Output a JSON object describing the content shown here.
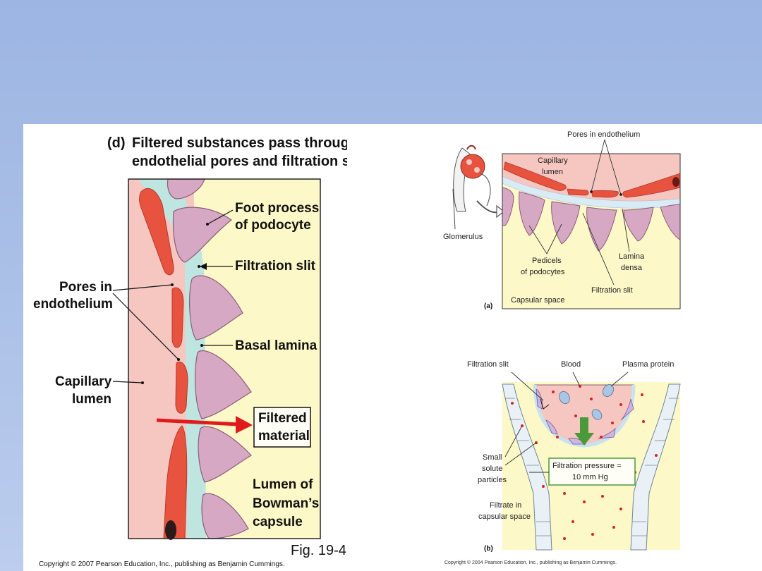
{
  "panel_d": {
    "letter": "(d)",
    "title_line1": "Filtered substances pass through",
    "title_line2": "endothelial pores and filtration slits",
    "labels": {
      "foot_process_1": "Foot process",
      "foot_process_2": "of podocyte",
      "filtration_slit": "Filtration slit",
      "pores_1": "Pores in",
      "pores_2": "endothelium",
      "basal_lamina": "Basal lamina",
      "capillary_1": "Capillary",
      "capillary_2": "lumen",
      "filtered_1": "Filtered",
      "filtered_2": "material",
      "bowman_1": "Lumen of",
      "bowman_2": "Bowman’s",
      "bowman_3": "capsule"
    },
    "fig_number": "Fig. 19-4",
    "copyright": "Copyright © 2007 Pearson Education, Inc., publishing as Benjamin Cummings."
  },
  "panel_a": {
    "letter": "(a)",
    "labels": {
      "pores": "Pores in endothelium",
      "capillary_1": "Capillary",
      "capillary_2": "lumen",
      "glomerulus": "Glomerulus",
      "pedicels_1": "Pedicels",
      "pedicels_2": "of podocytes",
      "lamina_1": "Lamina",
      "lamina_2": "densa",
      "filtration_slit": "Filtration slit",
      "capsular_space": "Capsular space"
    }
  },
  "panel_b": {
    "letter": "(b)",
    "labels": {
      "filtration_slit": "Filtration slit",
      "blood": "Blood",
      "plasma_protein": "Plasma protein",
      "small_1": "Small",
      "small_2": "solute",
      "small_3": "particles",
      "pressure_1": "Filtration pressure =",
      "pressure_2": "10 mm Hg",
      "filtrate_1": "Filtrate in",
      "filtrate_2": "capsular space"
    },
    "copyright": "Copyright © 2004 Pearson Education, Inc., publishing as Benjamin Cummings."
  },
  "colors": {
    "background_blue": "#9db5e3",
    "capillary_pink": "#f6c6c0",
    "endothelium_red": "#e8533f",
    "basal_lamina_teal": "#bfe5e0",
    "podocyte_mauve": "#d7a8c4",
    "bowman_yellow": "#fdf8c8",
    "arrow_red": "#e01b1b",
    "pressure_green": "#4a9a3c"
  }
}
